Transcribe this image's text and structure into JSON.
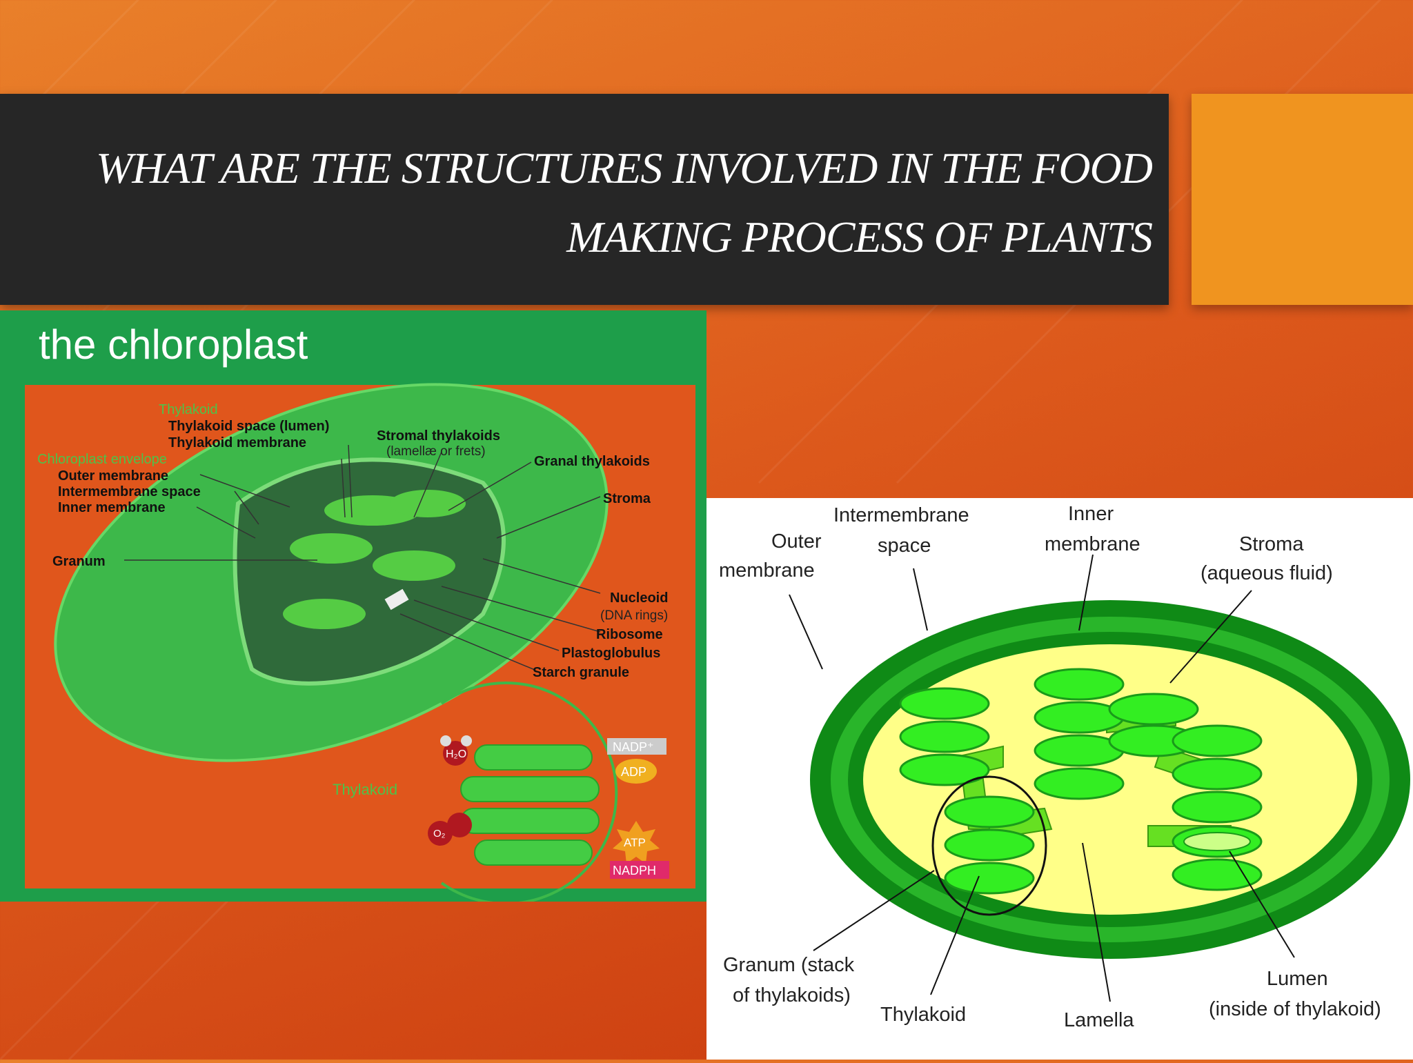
{
  "slide": {
    "title_line1": "WHAT ARE THE STRUCTURES INVOLVED IN THE FOOD",
    "title_line2": "MAKING PROCESS OF PLANTS"
  },
  "left_diagram": {
    "heading": "the chloroplast",
    "labels": {
      "thylakoid_group": "Thylakoid",
      "thylakoid_space": "Thylakoid space (lumen)",
      "thylakoid_membrane": "Thylakoid membrane",
      "stromal_thylakoids": "Stromal thylakoids",
      "stromal_sub": "(lamellæ or frets)",
      "granal_thylakoids": "Granal thylakoids",
      "envelope_group": "Chloroplast envelope",
      "outer_membrane": "Outer membrane",
      "intermembrane_space": "Intermembrane space",
      "inner_membrane": "Inner membrane",
      "stroma": "Stroma",
      "granum": "Granum",
      "nucleoid": "Nucleoid",
      "nucleoid_sub": "(DNA rings)",
      "ribosome": "Ribosome",
      "plastoglobulus": "Plastoglobulus",
      "starch_granule": "Starch granule"
    },
    "inset": {
      "thylakoid": "Thylakoid",
      "h2o": "H₂O",
      "o2": "O₂",
      "nadp": "NADP⁺",
      "adp": "ADP",
      "atp": "ATP",
      "nadph": "NADPH"
    },
    "colors": {
      "panel": "#1e9e4a",
      "inner_bg": "#e0561c",
      "cell": "#3db84a"
    }
  },
  "right_diagram": {
    "labels": {
      "outer_l1": "Outer",
      "outer_l2": "membrane",
      "inter_l1": "Intermembrane",
      "inter_l2": "space",
      "inner_l1": "Inner",
      "inner_l2": "membrane",
      "stroma_l1": "Stroma",
      "stroma_l2": "(aqueous fluid)",
      "granum_l1": "Granum (stack",
      "granum_l2": "of thylakoids)",
      "thylakoid": "Thylakoid",
      "lamella": "Lamella",
      "lumen_l1": "Lumen",
      "lumen_l2": "(inside of thylakoid)"
    },
    "colors": {
      "outer": "#0f8a16",
      "inner": "#29b52a",
      "stroma": "#ffff88",
      "thylakoid": "#33ee22"
    }
  }
}
